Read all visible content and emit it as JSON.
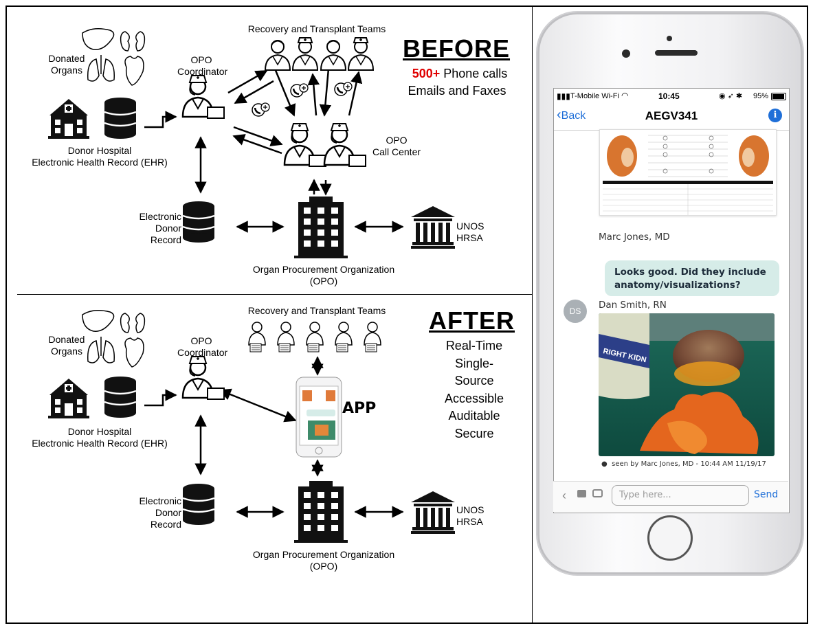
{
  "before": {
    "heading": "BEFORE",
    "calls_number": "500+",
    "calls_text": " Phone calls",
    "line2": "Emails and Faxes",
    "teams": "Recovery and Transplant Teams",
    "organs": [
      "Donated",
      "Organs"
    ],
    "coordinator": [
      "OPO",
      "Coordinator"
    ],
    "call_center": [
      "OPO",
      "Call Center"
    ],
    "hospital": [
      "Donor Hospital",
      "Electronic Health Record (EHR)"
    ],
    "donor_record": [
      "Electronic",
      "Donor",
      "Record"
    ],
    "opo": [
      "Organ Procurement Organization",
      "(OPO)"
    ],
    "unos": [
      "UNOS",
      "HRSA"
    ]
  },
  "after": {
    "heading": "AFTER",
    "qualities": [
      "Real-Time",
      "Single-",
      "Source",
      "Accessible",
      "Auditable",
      "Secure"
    ],
    "teams": "Recovery and Transplant Teams",
    "organs": [
      "Donated",
      "Organs"
    ],
    "coordinator": [
      "OPO",
      "Coordinator"
    ],
    "app": "APP",
    "hospital": [
      "Donor Hospital",
      "Electronic Health Record (EHR)"
    ],
    "donor_record": [
      "Electronic",
      "Donor",
      "Record"
    ],
    "opo": [
      "Organ Procurement Organization",
      "(OPO)"
    ],
    "unos": [
      "UNOS",
      "HRSA"
    ]
  },
  "phone": {
    "carrier": "T-Mobile Wi-Fi",
    "time": "10:45",
    "battery": "95%",
    "back": "Back",
    "title": "AEGV341",
    "sender1": "Marc Jones, MD",
    "message1": "Looks good. Did they include anatomy/visualizations?",
    "sender2": "Dan Smith, RN",
    "avatar": "DS",
    "photo_label": "RIGHT KIDN",
    "seen": "seen by Marc Jones, MD - 10:44 AM 11/19/17",
    "input_placeholder": "Type here...",
    "send": "Send"
  },
  "colors": {
    "accent_red": "#e00000",
    "ios_blue": "#1f6fd8",
    "bubble": "#d6ece8"
  }
}
